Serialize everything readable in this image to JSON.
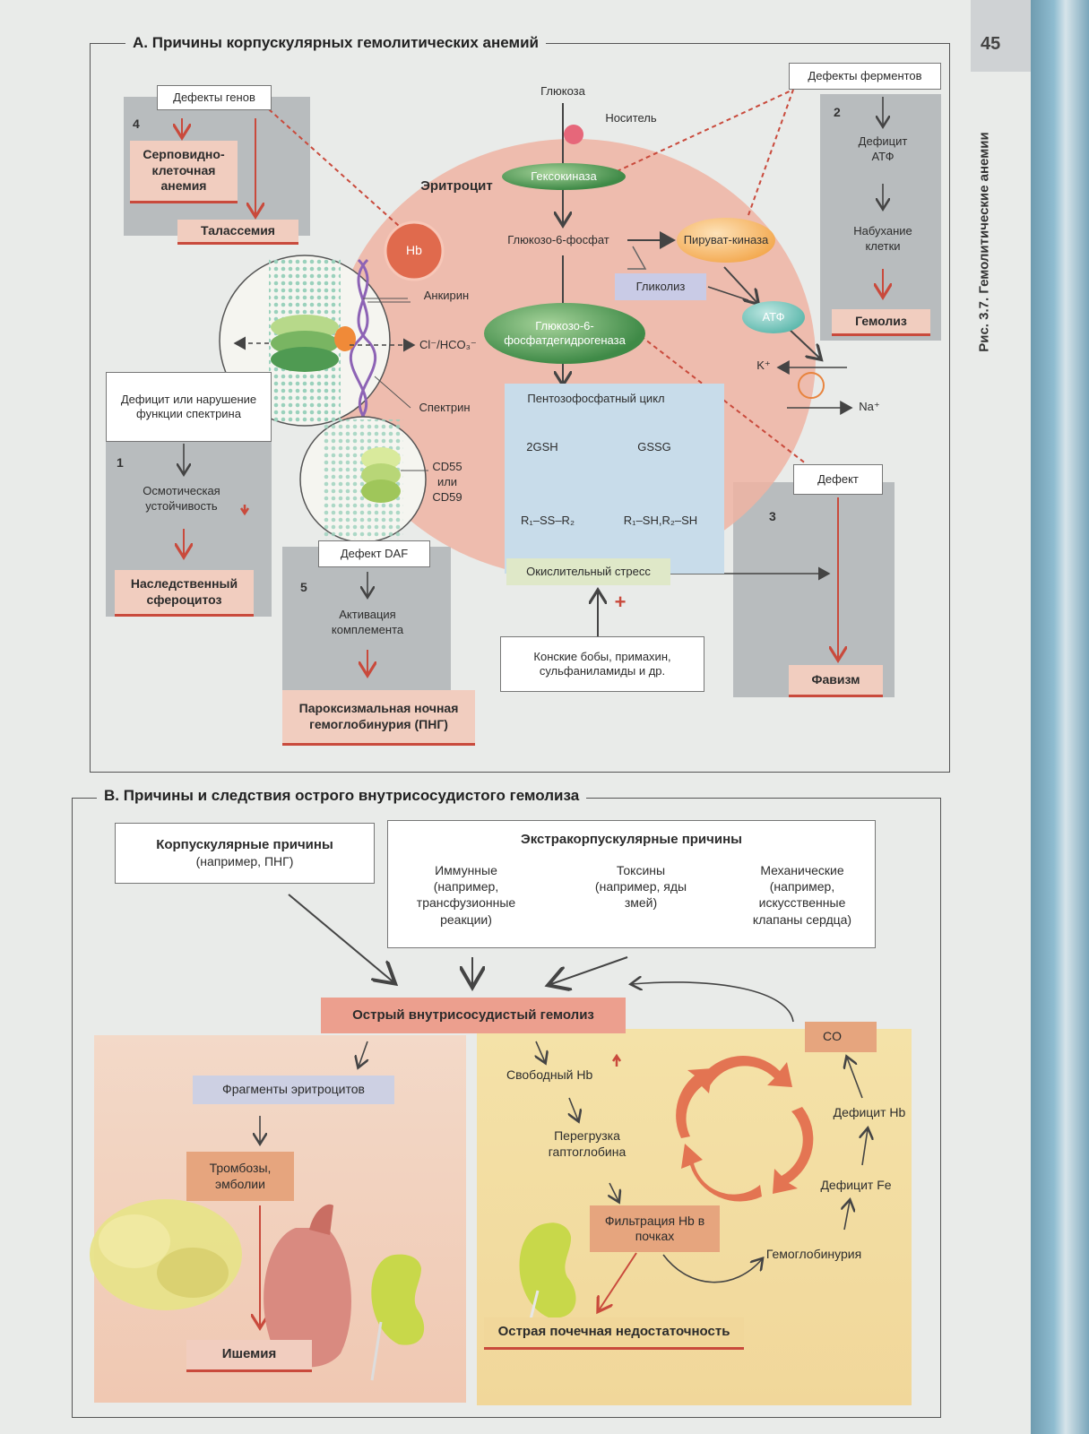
{
  "page": {
    "number": "45",
    "figure_caption": "Рис. 3.7. Гемолитические анемии"
  },
  "sectionA": {
    "title": "А. Причины корпускулярных гемолитических анемий",
    "gene_defects": "Дефекты генов",
    "enzyme_defects": "Дефекты ферментов",
    "num4": "4",
    "num2": "2",
    "num1": "1",
    "num3": "3",
    "num5": "5",
    "sickle_cell": "Серповидно-клеточная анемия",
    "thalassemia": "Талассемия",
    "glucose": "Глюкоза",
    "carrier": "Носитель",
    "erythrocyte": "Эритроцит",
    "hexokinase": "Гексокиназа",
    "hb": "Hb",
    "g6p": "Глюкозо-6-фосфат",
    "pyruvate_kinase": "Пируват-киназа",
    "glycolysis": "Гликолиз",
    "atp": "АТФ",
    "atp_deficit": "Дефицит АТФ",
    "cell_swelling": "Набухание клетки",
    "hemolysis": "Гемолиз",
    "ankyrin": "Анкирин",
    "g6pd": "Глюкозо-6-фосфатдегидрогеназа",
    "anion": "Cl⁻/HCO₃⁻",
    "k": "K⁺",
    "na": "Na⁺",
    "spectrin": "Спектрин",
    "spectrin_deficit": "Дефицит или нарушение функции спектрина",
    "ppp": "Пентозофосфатный цикл",
    "gsh": "2GSH",
    "gssg": "GSSG",
    "rss": "R₁–SS–R₂",
    "rsh": "R₁–SH,R₂–SH",
    "oxidative_stress": "Окислительный стресс",
    "defect": "Дефект",
    "osmotic": "Осмотическая устойчивость",
    "hereditary_spherocytosis": "Наследственный сфероцитоз",
    "cd55": "CD55 или CD59",
    "daf_defect": "Дефект DAF",
    "complement": "Активация комплемента",
    "pnh": "Пароксизмальная ночная гемоглобинурия (ПНГ)",
    "triggers": "Конские бобы, примахин, сульфаниламиды и др.",
    "favism": "Фавизм",
    "plus": "+"
  },
  "sectionB": {
    "title": "В. Причины и следствия острого внутрисосудистого гемолиза",
    "corpuscular_title": "Корпускулярные причины",
    "corpuscular_example": "(например, ПНГ)",
    "extra_title": "Экстракорпускулярные причины",
    "immune": "Иммунные (например, трансфузионные реакции)",
    "toxins": "Токсины (например, яды змей)",
    "mechanical": "Механические (например, искусственные клапаны сердца)",
    "acute_hemolysis": "Острый внутрисосудистый гемолиз",
    "fragments": "Фрагменты эритроцитов",
    "thrombosis": "Тромбозы, эмболии",
    "ischemia": "Ишемия",
    "free_hb": "Свободный Hb",
    "haptoglobin": "Перегрузка гаптоглобина",
    "filtration": "Фильтрация Hb в почках",
    "renal_failure": "Острая почечная недостаточность",
    "hemoglobinuria": "Гемоглобинурия",
    "fe_deficit": "Дефицит Fe",
    "hb_deficit": "Дефицит Hb",
    "co": "CO"
  },
  "colors": {
    "accent_red": "#c94a3c",
    "pink": "#f1cdbf",
    "green": "#3f8a47",
    "orange": "#f3a64a",
    "grey": "#b8bcbe",
    "blue": "#c8dcea"
  }
}
